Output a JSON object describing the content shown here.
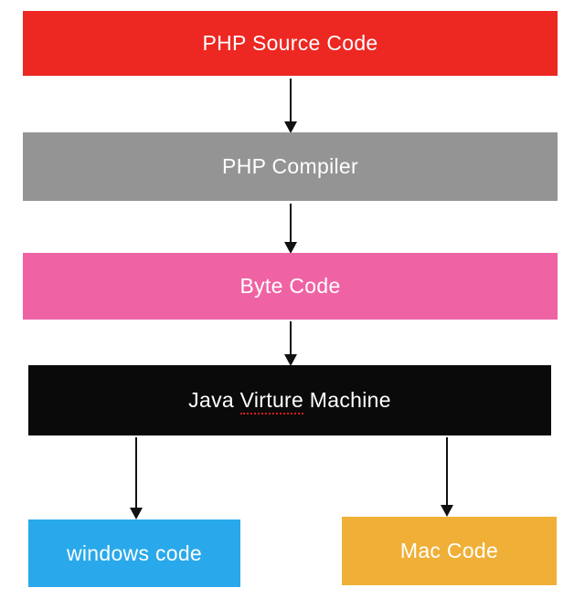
{
  "diagram": {
    "description": "Flow diagram of PHP source code compilation through a virtual machine to platform code",
    "background_color": "#ffffff",
    "arrow_color": "#111111",
    "spellcheck_underline_color": "#e01b1b",
    "nodes": [
      {
        "id": "php-source-code",
        "label": "PHP Source Code",
        "bg": "#ED2722",
        "text_color": "#ffffff"
      },
      {
        "id": "php-compiler",
        "label": "PHP Compiler",
        "bg": "#949494",
        "text_color": "#ffffff"
      },
      {
        "id": "byte-code",
        "label": "Byte Code",
        "bg": "#EF63A4",
        "text_color": "#ffffff"
      },
      {
        "id": "java-virture-machine",
        "label": "Java Virture Machine",
        "label_prefix": "Java ",
        "label_misspelled_word": "Virture",
        "label_suffix": " Machine",
        "bg": "#0a0a0a",
        "text_color": "#ffffff"
      },
      {
        "id": "windows-code",
        "label": "windows code",
        "bg": "#29A9EB",
        "text_color": "#ffffff"
      },
      {
        "id": "mac-code",
        "label": "Mac Code",
        "bg": "#F0B037",
        "text_color": "#ffffff"
      }
    ],
    "edges": [
      {
        "from": "php-source-code",
        "to": "php-compiler"
      },
      {
        "from": "php-compiler",
        "to": "byte-code"
      },
      {
        "from": "byte-code",
        "to": "java-virture-machine"
      },
      {
        "from": "java-virture-machine",
        "to": "windows-code"
      },
      {
        "from": "java-virture-machine",
        "to": "mac-code"
      }
    ]
  }
}
